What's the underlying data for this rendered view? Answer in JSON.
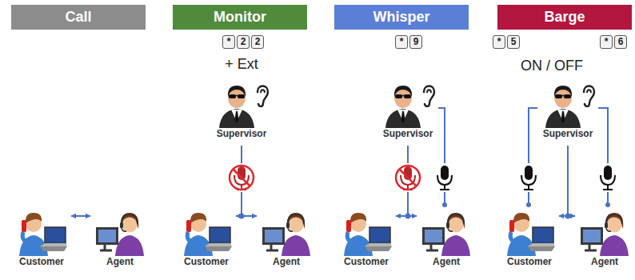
{
  "diagram": {
    "nodes": [
      {
        "text": [
          "Call"
        ]
      },
      {
        "text": [
          "Monitor"
        ]
      },
      {
        "text": [
          "Whisper"
        ]
      },
      {
        "text": [
          "Barge"
        ]
      },
      {
        "text": [
          "*"
        ]
      },
      {
        "text": [
          "2"
        ]
      },
      {
        "text": [
          "2"
        ]
      },
      {
        "text": [
          "*"
        ]
      },
      {
        "text": [
          "9"
        ]
      },
      {
        "text": [
          "*"
        ]
      },
      {
        "text": [
          "5"
        ]
      },
      {
        "text": [
          "*"
        ]
      },
      {
        "text": [
          "6"
        ]
      },
      {
        "text": [
          "Supervisor"
        ]
      },
      {
        "text": [
          "Supervisor"
        ]
      },
      {
        "text": [
          "Supervisor"
        ]
      },
      {
        "text": [
          "Customer"
        ]
      },
      {
        "text": [
          "Agent"
        ]
      },
      {
        "text": [
          "Customer"
        ]
      },
      {
        "text": [
          "Agent"
        ]
      },
      {
        "text": [
          "Customer"
        ]
      },
      {
        "text": [
          "Agent"
        ]
      },
      {
        "text": [
          "Customer"
        ]
      },
      {
        "text": [
          "Agent"
        ]
      }
    ],
    "edges": [
      {
        "from": 16,
        "to": 17,
        "arrow": "both"
      },
      {
        "from": 18,
        "to": 19,
        "arrow": "both"
      },
      {
        "from": 20,
        "to": 21,
        "arrow": "both"
      },
      {
        "from": 22,
        "to": 23,
        "arrow": "both"
      }
    ],
    "labels": [
      "+ Ext",
      "ON / OFF"
    ]
  }
}
